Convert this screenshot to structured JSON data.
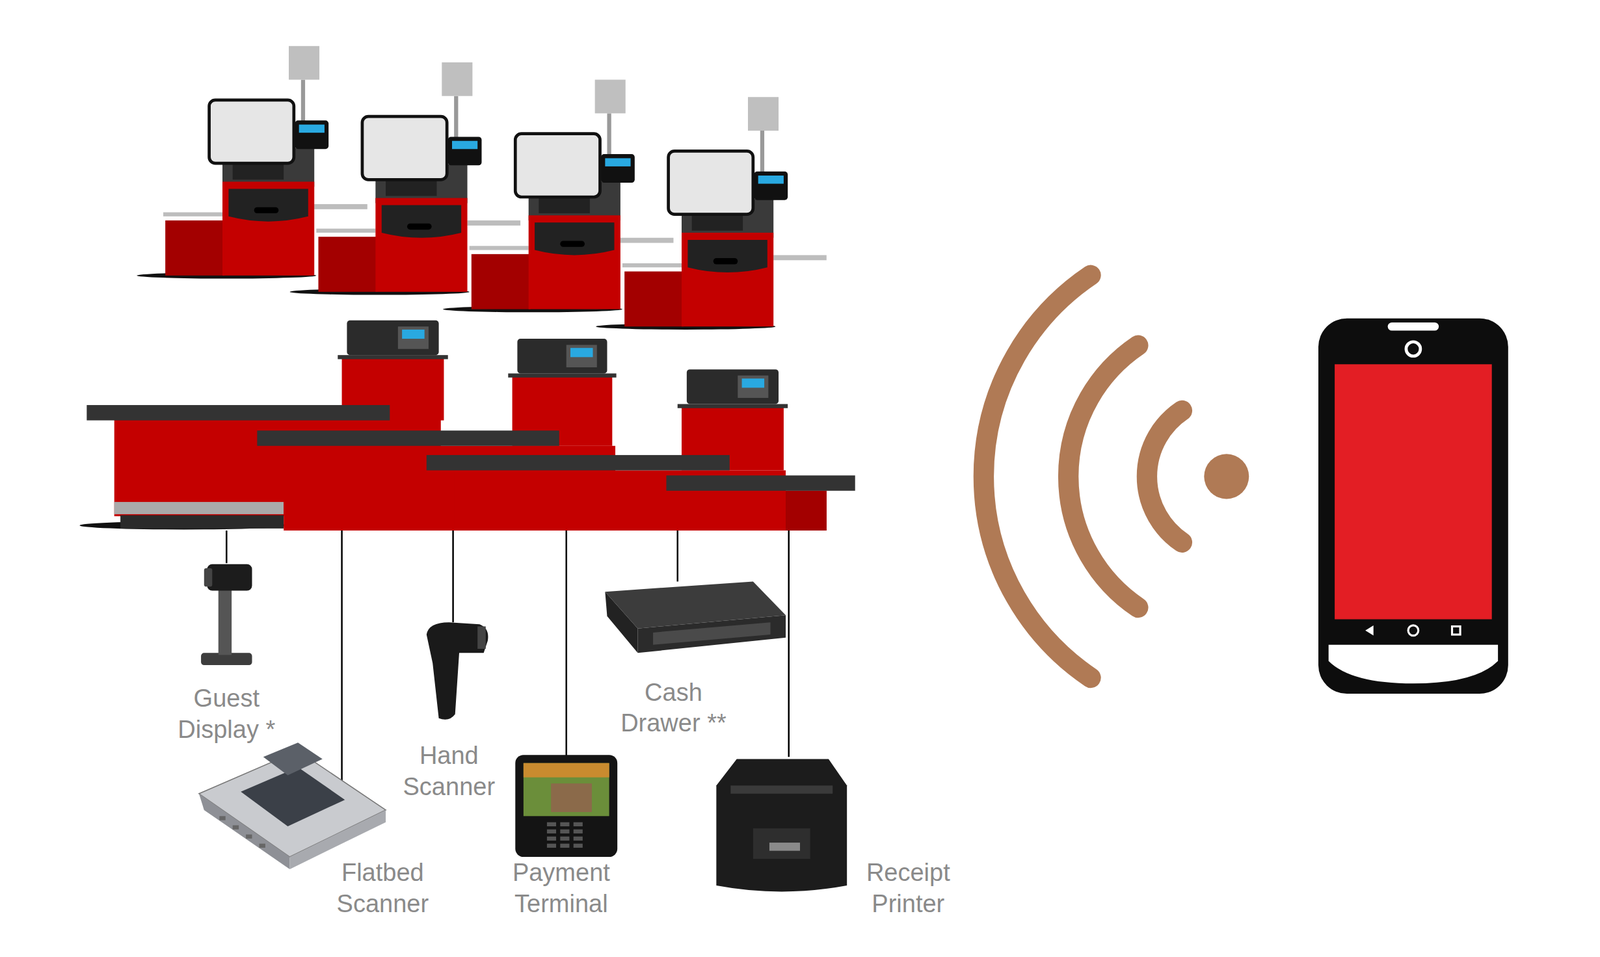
{
  "diagram": {
    "labels": [
      "Guest Display *",
      "Hand Scanner",
      "Cash Drawer **",
      "Flatbed Scanner",
      "Payment Terminal",
      "Receipt Printer"
    ]
  }
}
